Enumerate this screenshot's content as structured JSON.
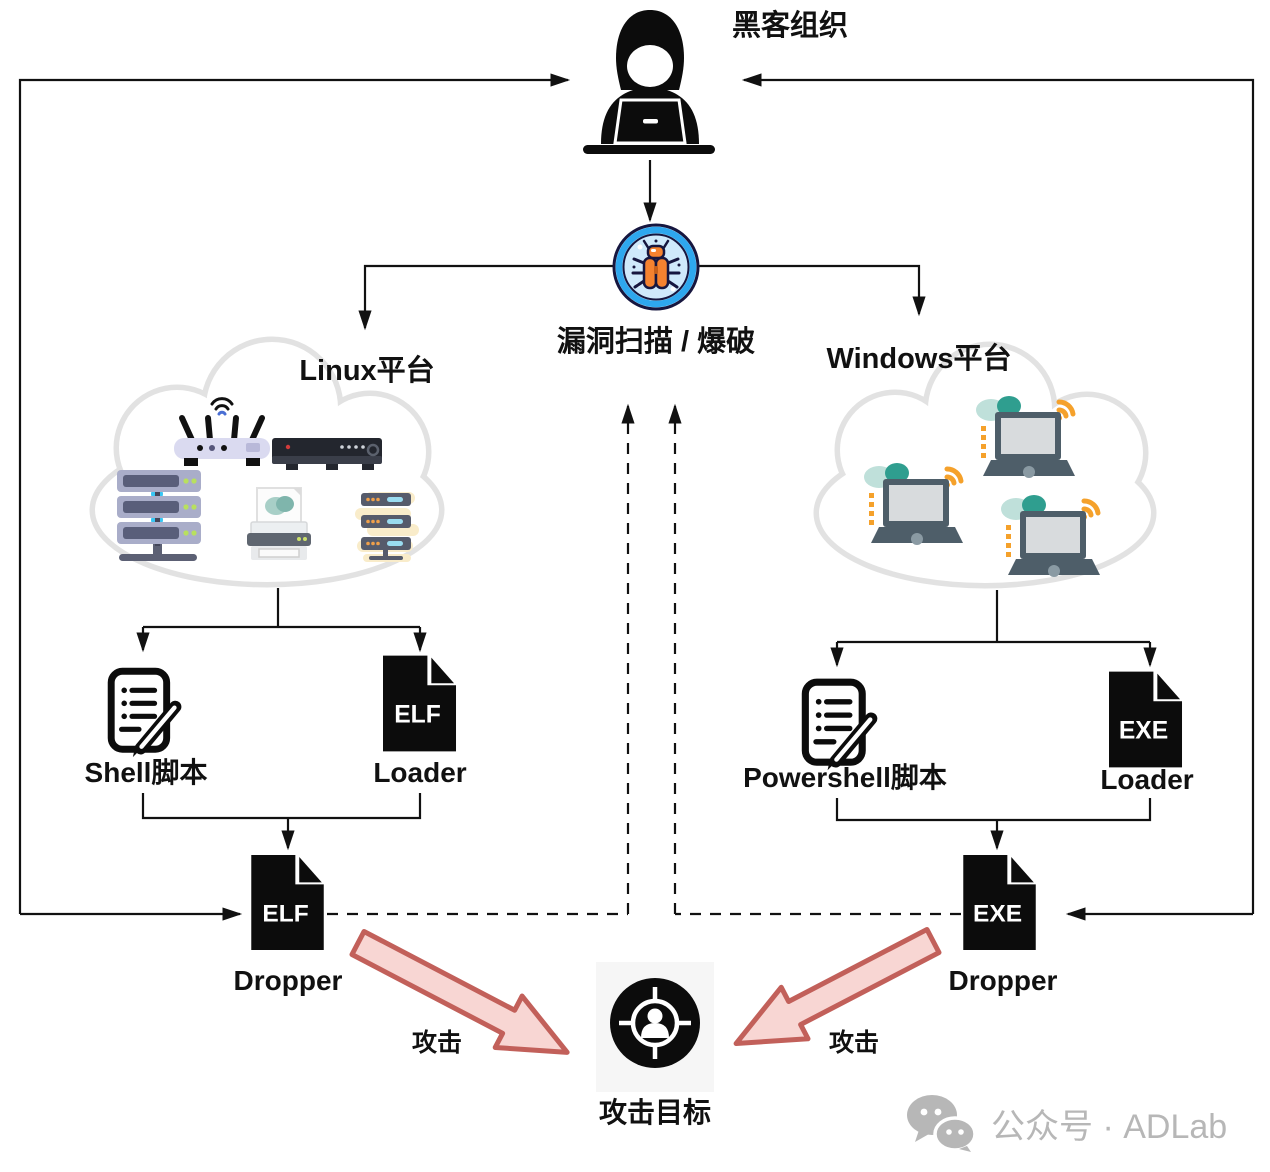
{
  "diagram": {
    "hacker": {
      "label": "黑客组织"
    },
    "scan": {
      "label": "漏洞扫描 / 爆破"
    },
    "platforms": {
      "linux": {
        "label": "Linux平台"
      },
      "windows": {
        "label": "Windows平台"
      }
    },
    "linux_chain": {
      "script": {
        "label": "Shell脚本"
      },
      "loader": {
        "file_type": "ELF",
        "label": "Loader"
      },
      "dropper": {
        "file_type": "ELF",
        "label": "Dropper"
      },
      "attack": {
        "label": "攻击"
      }
    },
    "windows_chain": {
      "script": {
        "label": "Powershell脚本"
      },
      "loader": {
        "file_type": "EXE",
        "label": "Loader"
      },
      "dropper": {
        "file_type": "EXE",
        "label": "Dropper"
      },
      "attack": {
        "label": "攻击"
      }
    },
    "target": {
      "label": "攻击目标"
    }
  },
  "watermark": {
    "label": "公众号 · ADLab"
  },
  "colors": {
    "attack_arrow_fill": "#f8d6d3",
    "attack_arrow_stroke": "#c2605a",
    "scan_ring_blue": "#2ea7ee",
    "scan_bg_blue": "#cfe9fb",
    "bug_orange": "#f5822f",
    "wifi_orange": "#f5a12b",
    "cloud_teal_dark": "#2f9e8f",
    "cloud_teal_light": "#bfe0da",
    "platform_cloud_border": "#e2e2e2",
    "watermark_gray": "#b7b7b7"
  }
}
